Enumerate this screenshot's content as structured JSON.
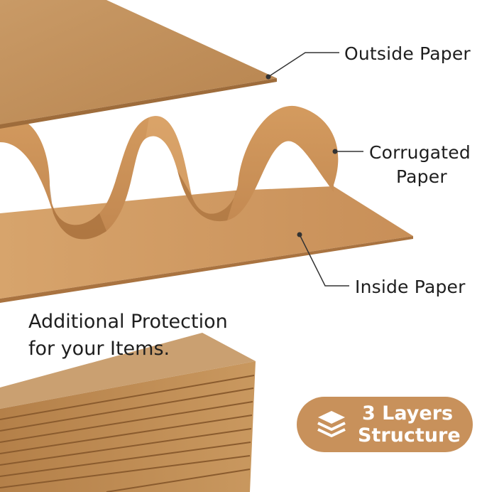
{
  "labels": {
    "outside_paper": "Outside Paper",
    "corrugated_line1": "Corrugated",
    "corrugated_line2": "Paper",
    "inside_paper": "Inside Paper"
  },
  "tagline": {
    "line1": "Additional Protection",
    "line2": "for your Items."
  },
  "badge": {
    "line1": "3 Layers",
    "line2": "Structure",
    "icon": "layers-icon"
  },
  "colors": {
    "kraft_light": "#cf9a62",
    "kraft_mid": "#c58c55",
    "kraft_dark": "#a8723f",
    "badge": "#c8915b",
    "text": "#1e1e1e",
    "background": "#ffffff"
  }
}
